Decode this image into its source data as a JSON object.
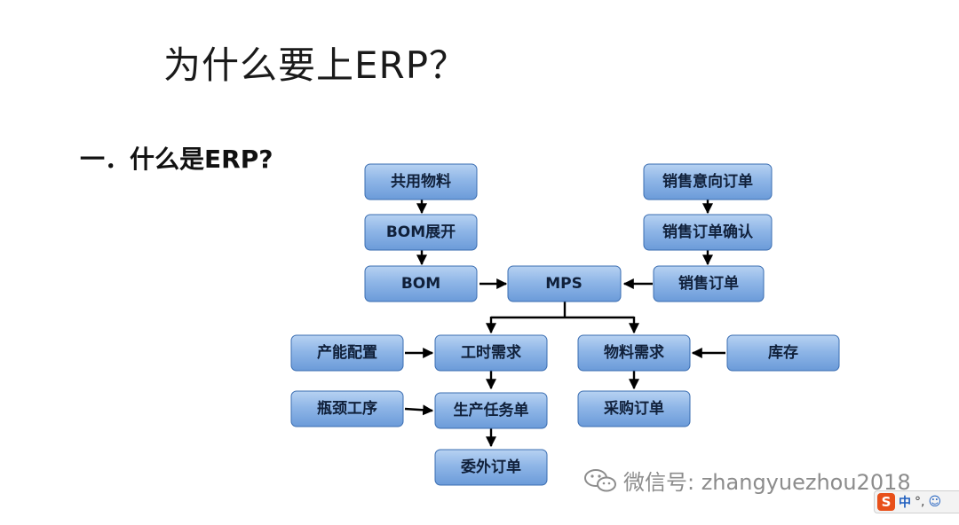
{
  "slide": {
    "title": "为什么要上ERP？",
    "subtitle": "一．什么是ERP?"
  },
  "diagram": {
    "nodes": [
      {
        "id": "gongyong",
        "label": "共用物料"
      },
      {
        "id": "bomzhankai",
        "label": "BOM展开"
      },
      {
        "id": "bom",
        "label": "BOM"
      },
      {
        "id": "mps",
        "label": "MPS"
      },
      {
        "id": "xiaoshouyixiang",
        "label": "销售意向订单"
      },
      {
        "id": "xiaoshouqueren",
        "label": "销售订单确认"
      },
      {
        "id": "xiaoshoudingdan",
        "label": "销售订单"
      },
      {
        "id": "gongshi",
        "label": "工时需求"
      },
      {
        "id": "wuliao",
        "label": "物料需求"
      },
      {
        "id": "channeng",
        "label": "产能配置"
      },
      {
        "id": "kucun",
        "label": "库存"
      },
      {
        "id": "pingjing",
        "label": "瓶颈工序"
      },
      {
        "id": "shengchan",
        "label": "生产任务单"
      },
      {
        "id": "caigou",
        "label": "采购订单"
      },
      {
        "id": "weiwai",
        "label": "委外订单"
      }
    ]
  },
  "watermark": {
    "text": "微信号: zhangyuezhou2018"
  },
  "ime": {
    "logo": "S",
    "mode": "中",
    "punct": "°,",
    "emoji": "☺"
  },
  "colors": {
    "box_top": "#a9c8ee",
    "box_bottom": "#6f9fdc",
    "box_border": "#3a6db1"
  }
}
